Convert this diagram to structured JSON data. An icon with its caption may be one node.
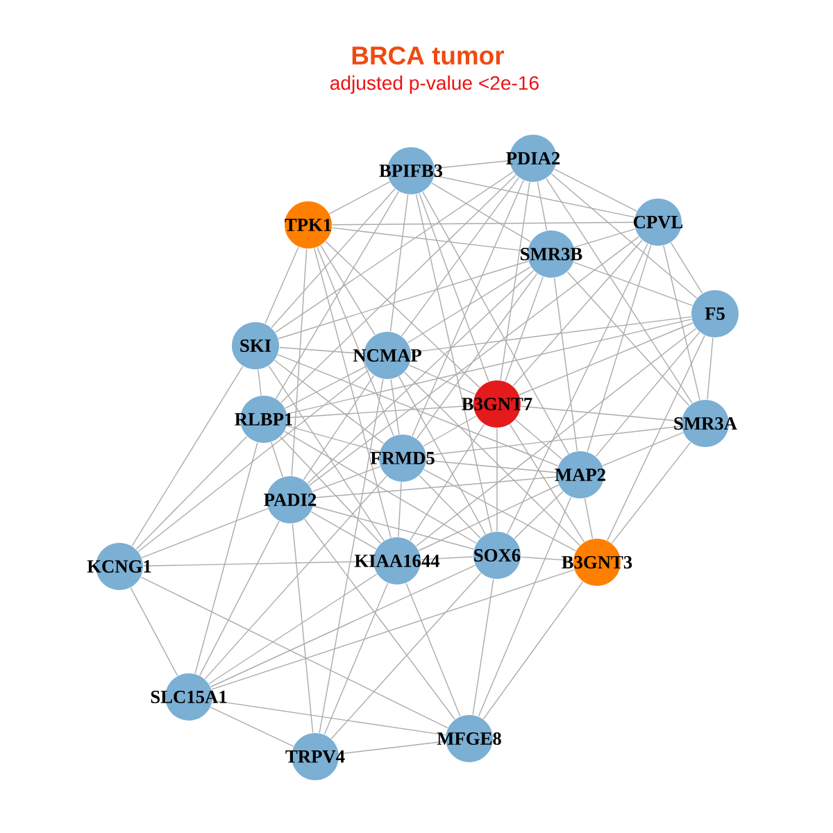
{
  "diagram": {
    "title": "BRCA tumor",
    "nodes": [
      {
        "text": [
          "BPIFB3"
        ]
      },
      {
        "text": [
          "PDIA2"
        ]
      },
      {
        "text": [
          "TPK1"
        ]
      },
      {
        "text": [
          "CPVL"
        ]
      },
      {
        "text": [
          "SMR3B"
        ]
      },
      {
        "text": [
          "F5"
        ]
      },
      {
        "text": [
          "SKI"
        ]
      },
      {
        "text": [
          "NCMAP"
        ]
      },
      {
        "text": [
          "B3GNT7"
        ]
      },
      {
        "text": [
          "SMR3A"
        ]
      },
      {
        "text": [
          "RLBP1"
        ]
      },
      {
        "text": [
          "FRMD5"
        ]
      },
      {
        "text": [
          "MAP2"
        ]
      },
      {
        "text": [
          "PADI2"
        ]
      },
      {
        "text": [
          "KIAA1644"
        ]
      },
      {
        "text": [
          "SOX6"
        ]
      },
      {
        "text": [
          "B3GNT3"
        ]
      },
      {
        "text": [
          "KCNG1"
        ]
      },
      {
        "text": [
          "SLC15A1"
        ]
      },
      {
        "text": [
          "TRPV4"
        ]
      },
      {
        "text": [
          "MFGE8"
        ]
      }
    ],
    "edges": [
      {
        "from": 17,
        "to": 6,
        "arrow": "none"
      },
      {
        "from": 17,
        "to": 10,
        "arrow": "none"
      },
      {
        "from": 17,
        "to": 13,
        "arrow": "none"
      },
      {
        "from": 17,
        "to": 7,
        "arrow": "none"
      },
      {
        "from": 17,
        "to": 14,
        "arrow": "none"
      },
      {
        "from": 17,
        "to": 18,
        "arrow": "none"
      },
      {
        "from": 17,
        "to": 20,
        "arrow": "none"
      },
      {
        "from": 18,
        "to": 10,
        "arrow": "none"
      },
      {
        "from": 18,
        "to": 13,
        "arrow": "none"
      },
      {
        "from": 18,
        "to": 11,
        "arrow": "none"
      },
      {
        "from": 18,
        "to": 14,
        "arrow": "none"
      },
      {
        "from": 18,
        "to": 15,
        "arrow": "none"
      },
      {
        "from": 18,
        "to": 19,
        "arrow": "none"
      },
      {
        "from": 18,
        "to": 20,
        "arrow": "none"
      },
      {
        "from": 18,
        "to": 16,
        "arrow": "none"
      },
      {
        "from": 19,
        "to": 13,
        "arrow": "none"
      },
      {
        "from": 19,
        "to": 14,
        "arrow": "none"
      },
      {
        "from": 19,
        "to": 15,
        "arrow": "none"
      },
      {
        "from": 19,
        "to": 20,
        "arrow": "none"
      },
      {
        "from": 19,
        "to": 7,
        "arrow": "none"
      },
      {
        "from": 20,
        "to": 13,
        "arrow": "none"
      },
      {
        "from": 20,
        "to": 14,
        "arrow": "none"
      },
      {
        "from": 20,
        "to": 15,
        "arrow": "none"
      },
      {
        "from": 20,
        "to": 16,
        "arrow": "none"
      },
      {
        "from": 20,
        "to": 12,
        "arrow": "none"
      },
      {
        "from": 2,
        "to": 0,
        "arrow": "none"
      },
      {
        "from": 2,
        "to": 6,
        "arrow": "none"
      },
      {
        "from": 2,
        "to": 13,
        "arrow": "none"
      },
      {
        "from": 2,
        "to": 7,
        "arrow": "none"
      },
      {
        "from": 2,
        "to": 11,
        "arrow": "none"
      },
      {
        "from": 2,
        "to": 8,
        "arrow": "none"
      },
      {
        "from": 2,
        "to": 4,
        "arrow": "none"
      },
      {
        "from": 2,
        "to": 3,
        "arrow": "none"
      },
      {
        "from": 2,
        "to": 14,
        "arrow": "none"
      },
      {
        "from": 0,
        "to": 1,
        "arrow": "none"
      },
      {
        "from": 0,
        "to": 7,
        "arrow": "none"
      },
      {
        "from": 0,
        "to": 8,
        "arrow": "none"
      },
      {
        "from": 0,
        "to": 12,
        "arrow": "none"
      },
      {
        "from": 0,
        "to": 15,
        "arrow": "none"
      },
      {
        "from": 0,
        "to": 6,
        "arrow": "none"
      },
      {
        "from": 0,
        "to": 10,
        "arrow": "none"
      },
      {
        "from": 0,
        "to": 4,
        "arrow": "none"
      },
      {
        "from": 0,
        "to": 3,
        "arrow": "none"
      },
      {
        "from": 1,
        "to": 4,
        "arrow": "none"
      },
      {
        "from": 1,
        "to": 3,
        "arrow": "none"
      },
      {
        "from": 1,
        "to": 5,
        "arrow": "none"
      },
      {
        "from": 1,
        "to": 7,
        "arrow": "none"
      },
      {
        "from": 1,
        "to": 8,
        "arrow": "none"
      },
      {
        "from": 1,
        "to": 6,
        "arrow": "none"
      },
      {
        "from": 1,
        "to": 10,
        "arrow": "none"
      },
      {
        "from": 1,
        "to": 11,
        "arrow": "none"
      },
      {
        "from": 1,
        "to": 9,
        "arrow": "none"
      },
      {
        "from": 3,
        "to": 4,
        "arrow": "none"
      },
      {
        "from": 3,
        "to": 5,
        "arrow": "none"
      },
      {
        "from": 3,
        "to": 9,
        "arrow": "none"
      },
      {
        "from": 3,
        "to": 8,
        "arrow": "none"
      },
      {
        "from": 3,
        "to": 12,
        "arrow": "none"
      },
      {
        "from": 3,
        "to": 13,
        "arrow": "none"
      },
      {
        "from": 3,
        "to": 15,
        "arrow": "none"
      },
      {
        "from": 4,
        "to": 5,
        "arrow": "none"
      },
      {
        "from": 4,
        "to": 12,
        "arrow": "none"
      },
      {
        "from": 4,
        "to": 8,
        "arrow": "none"
      },
      {
        "from": 4,
        "to": 7,
        "arrow": "none"
      },
      {
        "from": 4,
        "to": 6,
        "arrow": "none"
      },
      {
        "from": 4,
        "to": 11,
        "arrow": "none"
      },
      {
        "from": 4,
        "to": 13,
        "arrow": "none"
      },
      {
        "from": 4,
        "to": 9,
        "arrow": "none"
      },
      {
        "from": 5,
        "to": 9,
        "arrow": "none"
      },
      {
        "from": 5,
        "to": 8,
        "arrow": "none"
      },
      {
        "from": 5,
        "to": 12,
        "arrow": "none"
      },
      {
        "from": 5,
        "to": 7,
        "arrow": "none"
      },
      {
        "from": 5,
        "to": 10,
        "arrow": "none"
      },
      {
        "from": 5,
        "to": 16,
        "arrow": "none"
      },
      {
        "from": 5,
        "to": 14,
        "arrow": "none"
      },
      {
        "from": 9,
        "to": 8,
        "arrow": "none"
      },
      {
        "from": 9,
        "to": 12,
        "arrow": "none"
      },
      {
        "from": 9,
        "to": 16,
        "arrow": "none"
      },
      {
        "from": 9,
        "to": 11,
        "arrow": "none"
      },
      {
        "from": 6,
        "to": 10,
        "arrow": "none"
      },
      {
        "from": 6,
        "to": 7,
        "arrow": "none"
      },
      {
        "from": 6,
        "to": 11,
        "arrow": "none"
      },
      {
        "from": 6,
        "to": 14,
        "arrow": "none"
      },
      {
        "from": 6,
        "to": 12,
        "arrow": "none"
      },
      {
        "from": 7,
        "to": 8,
        "arrow": "none"
      },
      {
        "from": 7,
        "to": 10,
        "arrow": "none"
      },
      {
        "from": 7,
        "to": 11,
        "arrow": "none"
      },
      {
        "from": 7,
        "to": 13,
        "arrow": "none"
      },
      {
        "from": 7,
        "to": 15,
        "arrow": "none"
      },
      {
        "from": 7,
        "to": 16,
        "arrow": "none"
      },
      {
        "from": 8,
        "to": 10,
        "arrow": "none"
      },
      {
        "from": 8,
        "to": 11,
        "arrow": "none"
      },
      {
        "from": 8,
        "to": 12,
        "arrow": "none"
      },
      {
        "from": 8,
        "to": 14,
        "arrow": "none"
      },
      {
        "from": 8,
        "to": 15,
        "arrow": "none"
      },
      {
        "from": 8,
        "to": 16,
        "arrow": "none"
      },
      {
        "from": 10,
        "to": 11,
        "arrow": "none"
      },
      {
        "from": 10,
        "to": 13,
        "arrow": "none"
      },
      {
        "from": 10,
        "to": 14,
        "arrow": "none"
      },
      {
        "from": 10,
        "to": 15,
        "arrow": "none"
      },
      {
        "from": 11,
        "to": 12,
        "arrow": "none"
      },
      {
        "from": 11,
        "to": 13,
        "arrow": "none"
      },
      {
        "from": 11,
        "to": 14,
        "arrow": "none"
      },
      {
        "from": 11,
        "to": 15,
        "arrow": "none"
      },
      {
        "from": 11,
        "to": 16,
        "arrow": "none"
      },
      {
        "from": 12,
        "to": 13,
        "arrow": "none"
      },
      {
        "from": 12,
        "to": 14,
        "arrow": "none"
      },
      {
        "from": 12,
        "to": 15,
        "arrow": "none"
      },
      {
        "from": 12,
        "to": 16,
        "arrow": "none"
      },
      {
        "from": 13,
        "to": 14,
        "arrow": "none"
      },
      {
        "from": 13,
        "to": 15,
        "arrow": "none"
      },
      {
        "from": 14,
        "to": 15,
        "arrow": "none"
      },
      {
        "from": 15,
        "to": 16,
        "arrow": "none"
      }
    ],
    "labels": [
      "adjusted p-value <2e-16"
    ]
  }
}
